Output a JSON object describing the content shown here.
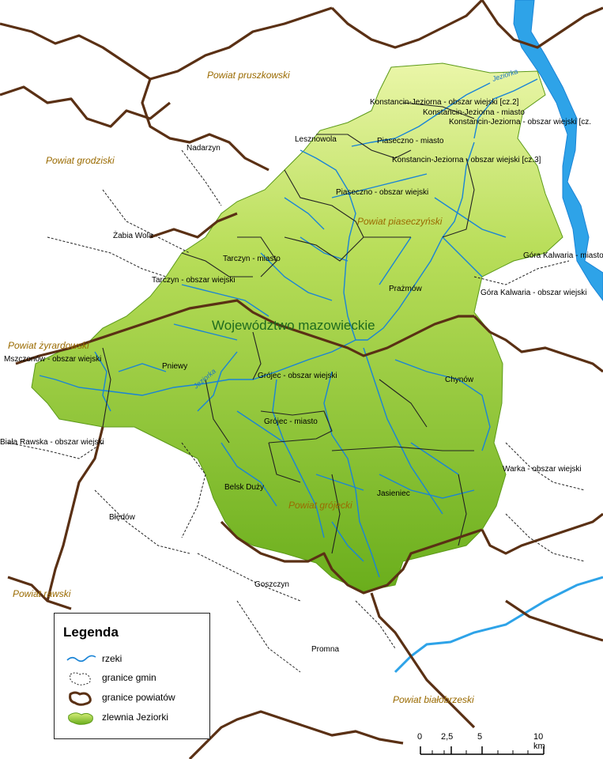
{
  "colors": {
    "river": "#1a84d6",
    "county_border": "#5a3014",
    "municipality_border": "#222222",
    "catchment_light": "#e6f4a0",
    "catchment_dark": "#70b21e",
    "vistula": "#2ea3e8",
    "county_label": "#9a6a00",
    "voivodeship_label": "#1e6b1e"
  },
  "municipality_labels": [
    "Konstancin-Jeziorna - obszar wiejski [cz.2]",
    "Konstancin-Jeziorna - miasto",
    "Konstancin-Jeziorna - obszar wiejski [cz.",
    "Lesznowola",
    "Piaseczno - miasto",
    "Konstancin-Jeziorna - obszar wiejski [cz.3]",
    "Nadarzyn",
    "Piaseczno - obszar wiejski",
    "Żabia Wola",
    "Góra Kalwaria - miasto",
    "Tarczyn - miasto",
    "Tarczyn - obszar wiejski",
    "Prażmów",
    "Góra Kalwaria - obszar wiejski",
    "Mszczonów - obszar wiejski",
    "Pniewy",
    "Grójec - obszar wiejski",
    "Chynów",
    "Grójec - miasto",
    "Biała Rawska - obszar wiejski",
    "Warka - obszar wiejski",
    "Belsk Duży",
    "Jasieniec",
    "Błędów",
    "Goszczyn",
    "Promna"
  ],
  "county_labels": [
    "Powiat pruszkowski",
    "Powiat grodziski",
    "Powiat piaseczyński",
    "Powiat żyrardowski",
    "Powiat grójecki",
    "Powiat rawski",
    "Powiat białobrzeski"
  ],
  "voivodeship_label": "Województwo mazowieckie",
  "river_labels": [
    "Jeziorka",
    "Jeziorka"
  ],
  "legend": {
    "title": "Legenda",
    "items": [
      {
        "label": "rzeki",
        "icon": "river-line-icon"
      },
      {
        "label": "granice gmin",
        "icon": "municipality-boundary-icon"
      },
      {
        "label": "granice powiatów",
        "icon": "county-boundary-icon"
      },
      {
        "label": "zlewnia Jeziorki",
        "icon": "catchment-area-icon"
      }
    ]
  },
  "scale_bar": {
    "ticks": [
      "0",
      "2,5",
      "5",
      "10 km"
    ]
  }
}
